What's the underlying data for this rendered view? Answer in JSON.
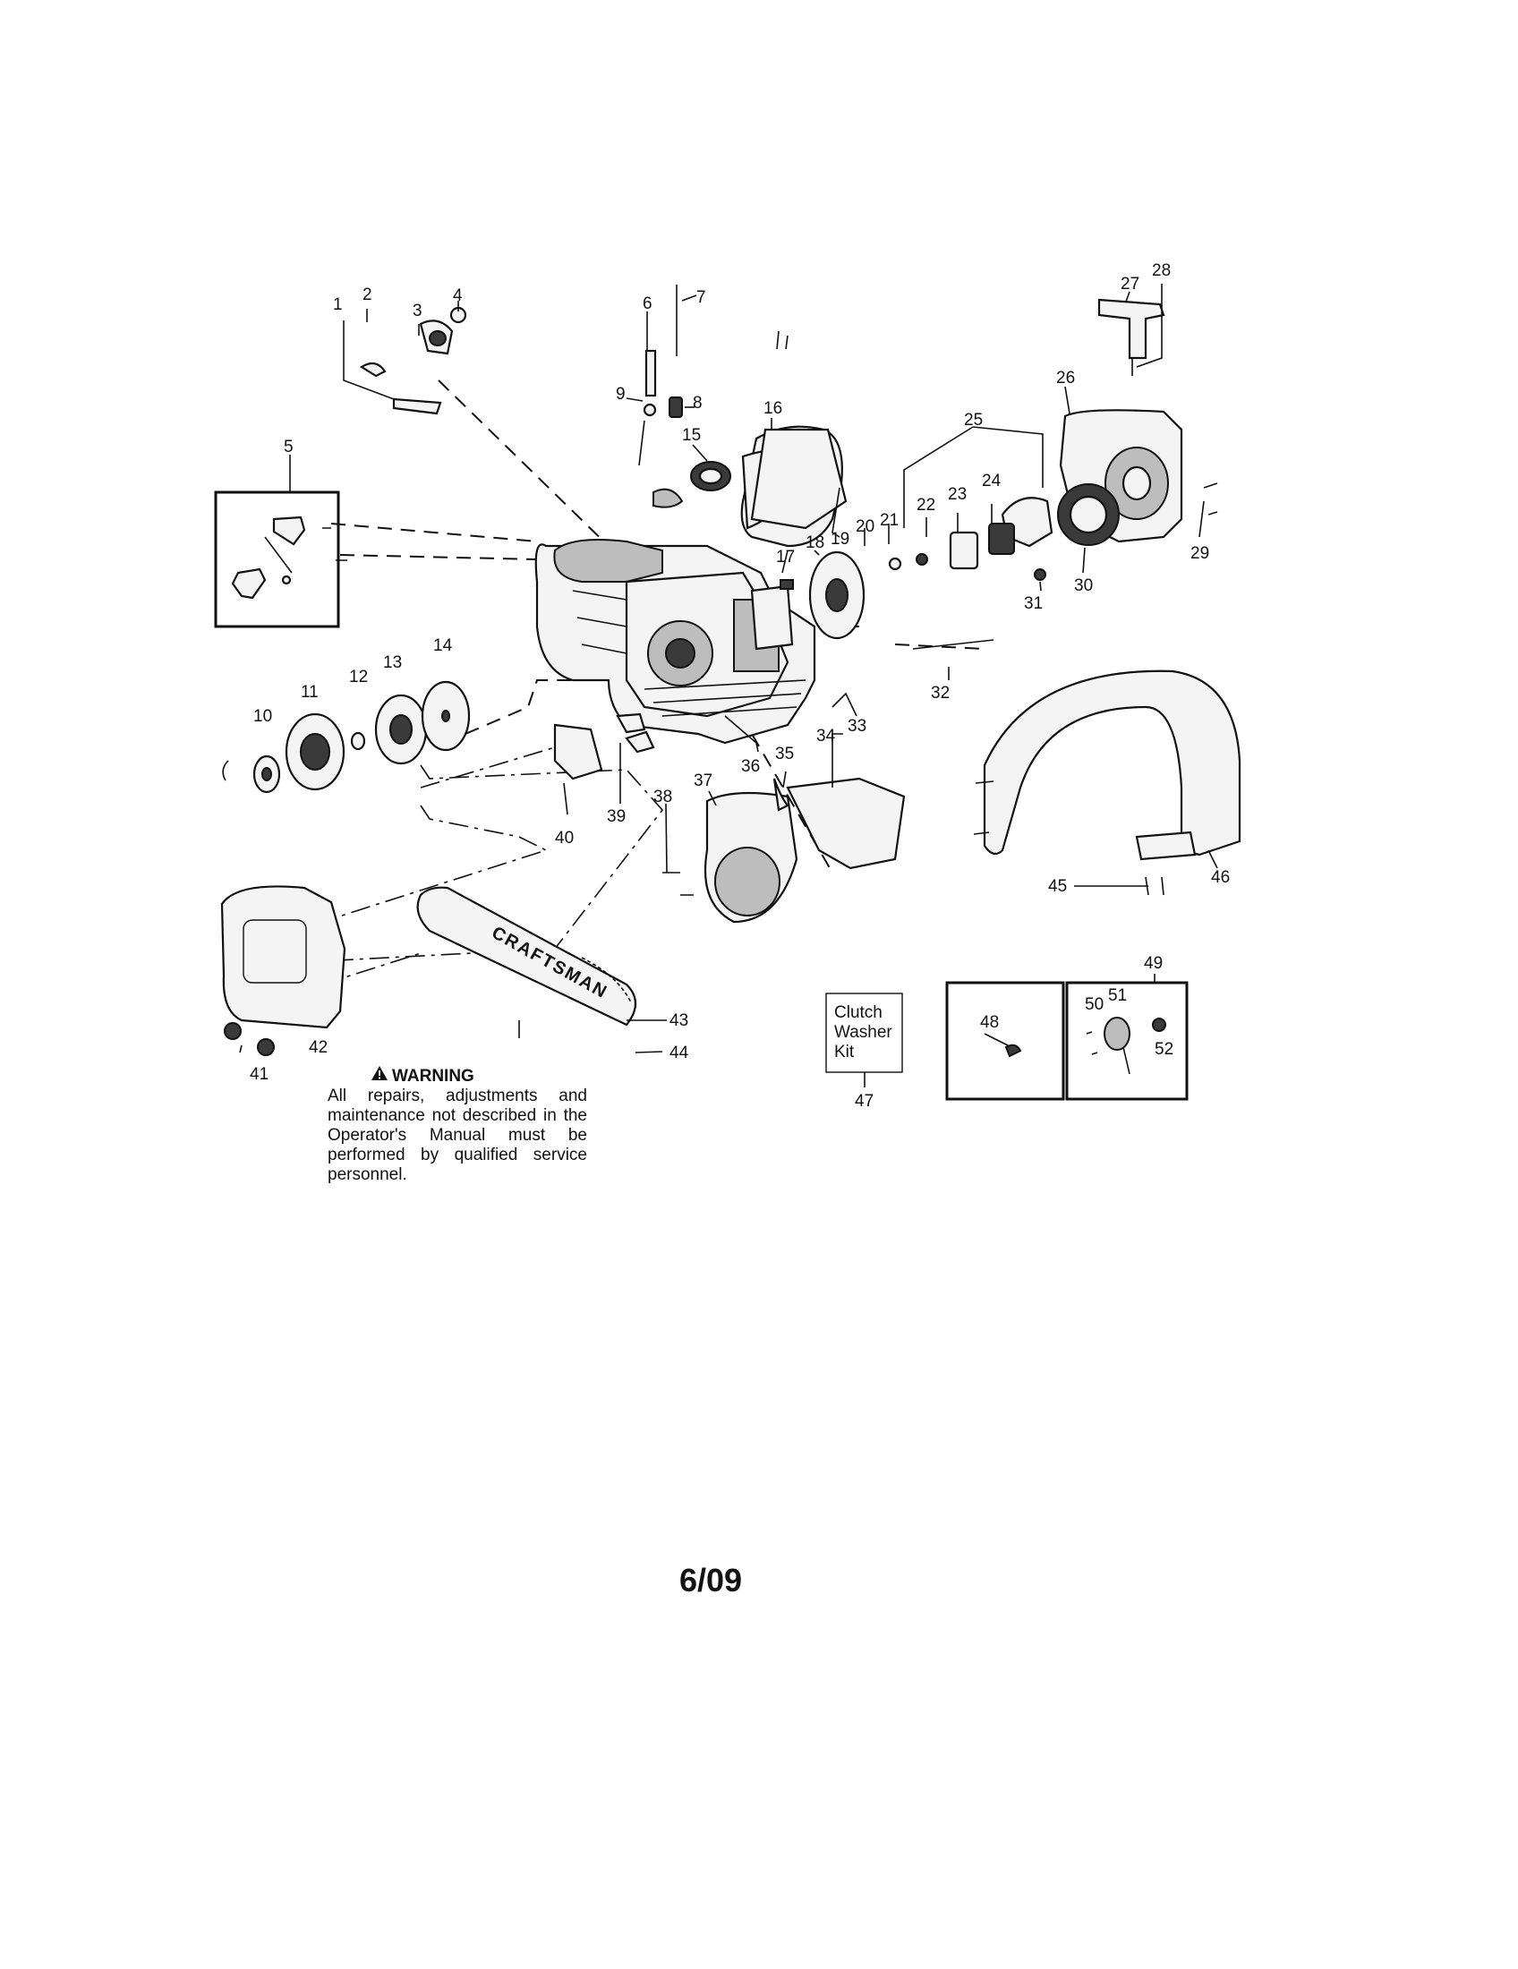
{
  "callouts": [
    "1",
    "2",
    "3",
    "4",
    "5",
    "6",
    "7",
    "8",
    "9",
    "10",
    "11",
    "12",
    "13",
    "14",
    "15",
    "16",
    "17",
    "18",
    "19",
    "20",
    "21",
    "22",
    "23",
    "24",
    "25",
    "26",
    "27",
    "28",
    "29",
    "30",
    "31",
    "32",
    "33",
    "34",
    "35",
    "36",
    "37",
    "38",
    "39",
    "40",
    "41",
    "42",
    "43",
    "44",
    "45",
    "46",
    "47",
    "48",
    "49",
    "50",
    "51",
    "52"
  ],
  "bar_brand": "CRAFTSMAN",
  "warning": {
    "title": "WARNING",
    "text": "All repairs, adjustments and maintenance not described in the Operator's Manual must be performed by qualified service personnel."
  },
  "kit_box": {
    "line1": "Clutch",
    "line2": "Washer",
    "line3": "Kit"
  },
  "page_number": "6/09"
}
